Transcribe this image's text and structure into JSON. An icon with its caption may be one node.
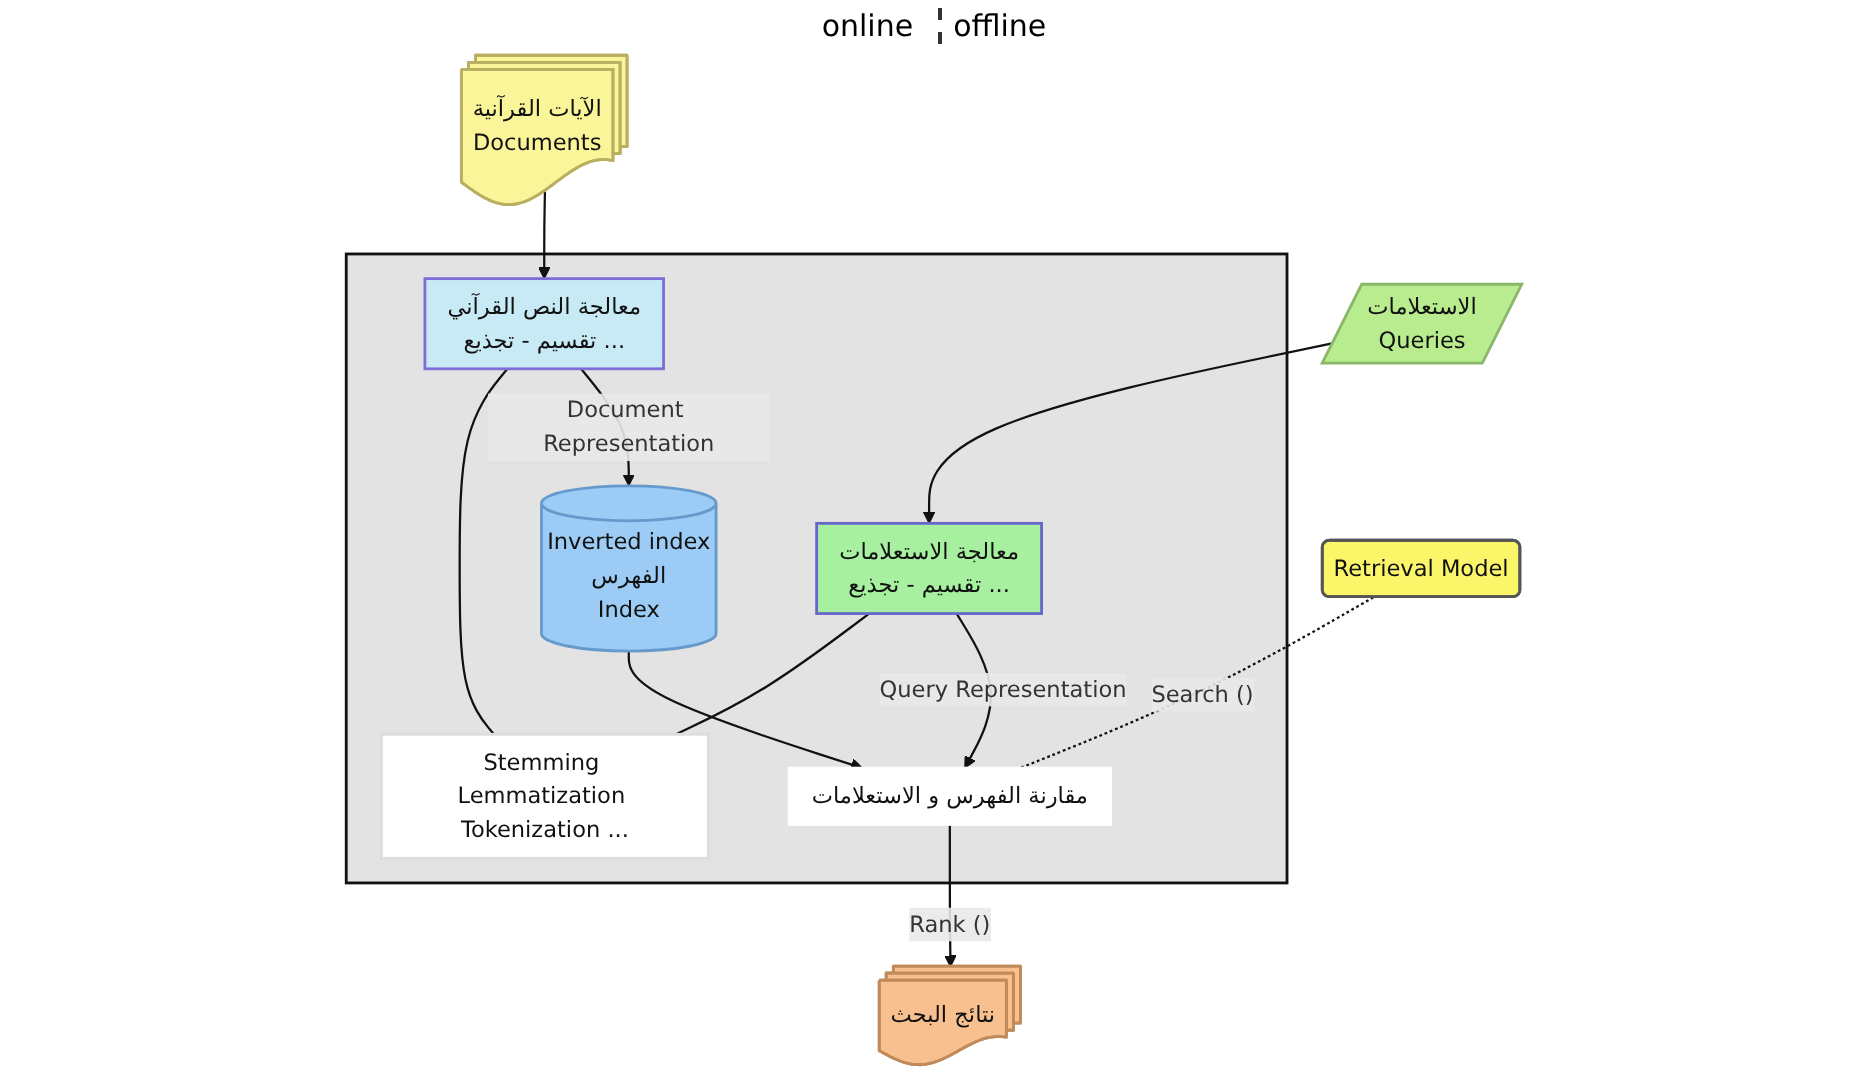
{
  "diagram": {
    "nodes": [
      {
        "text": [],
        "shape": "box"
      },
      {
        "text": [
          "الاستعلامات",
          "Queries"
        ]
      },
      {
        "text": [
          "الآيات القرآنية",
          "Documents"
        ]
      },
      {
        "text": [
          "معالجة الاستعلامات",
          "تقسيم - تجذيع ..."
        ],
        "in": 0
      },
      {
        "text": [
          "Stemming Lemmatization Tokenization ..."
        ],
        "in": 0
      },
      {
        "text": [
          "معالجة النص القرآني",
          "تقسيم - تجذيع ..."
        ],
        "in": 0
      },
      {
        "text": [
          "Retrieval Model"
        ]
      },
      {
        "text": [
          "مقارنة الفهرس و الاستعلامات"
        ],
        "in": 0
      },
      {
        "text": [
          "Inverted index",
          "الفهرس",
          "Index"
        ],
        "in": 0
      },
      {
        "text": [
          "نتائج البحث"
        ]
      }
    ],
    "edges": [
      {
        "from": 1,
        "to": 3,
        "arrow": "to"
      },
      {
        "from": 2,
        "to": 5,
        "arrow": "to"
      },
      {
        "from": 4,
        "to": 3,
        "arrow": "none"
      },
      {
        "from": 4,
        "to": 5,
        "arrow": "none"
      },
      {
        "from": 3,
        "to": 7,
        "arrow": "to",
        "label": "Query Representation"
      },
      {
        "from": 5,
        "to": 8,
        "arrow": "to",
        "label": "Document Representation"
      },
      {
        "from": 6,
        "to": 7,
        "arrow": "none",
        "label": "Search ()",
        "style": "dashed"
      },
      {
        "from": 8,
        "to": 7,
        "arrow": "to"
      },
      {
        "from": 7,
        "to": 9,
        "arrow": "to",
        "label": "Rank ()"
      }
    ],
    "labels": [
      "online",
      "offline"
    ]
  }
}
